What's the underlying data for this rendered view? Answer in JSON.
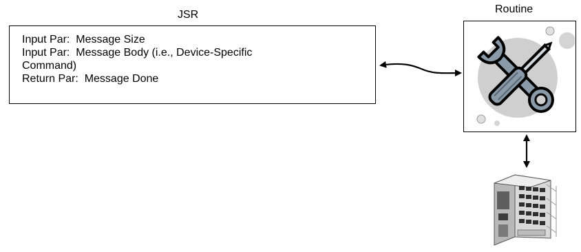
{
  "jsr": {
    "title": "JSR",
    "params": [
      "Input Par:  Message Size",
      "Input Par:  Message Body (i.e., Device-Specific",
      "Command)",
      "Return Par:  Message Done"
    ]
  },
  "routine": {
    "title": "Routine",
    "icon": "screwdriver-wrench-tools-icon"
  },
  "device": {
    "icon": "plc-io-module-icon"
  },
  "colors": {
    "line": "#000000",
    "tool_blue_gray": "#8a9aa8",
    "disc_gray": "#c8c8c8"
  }
}
